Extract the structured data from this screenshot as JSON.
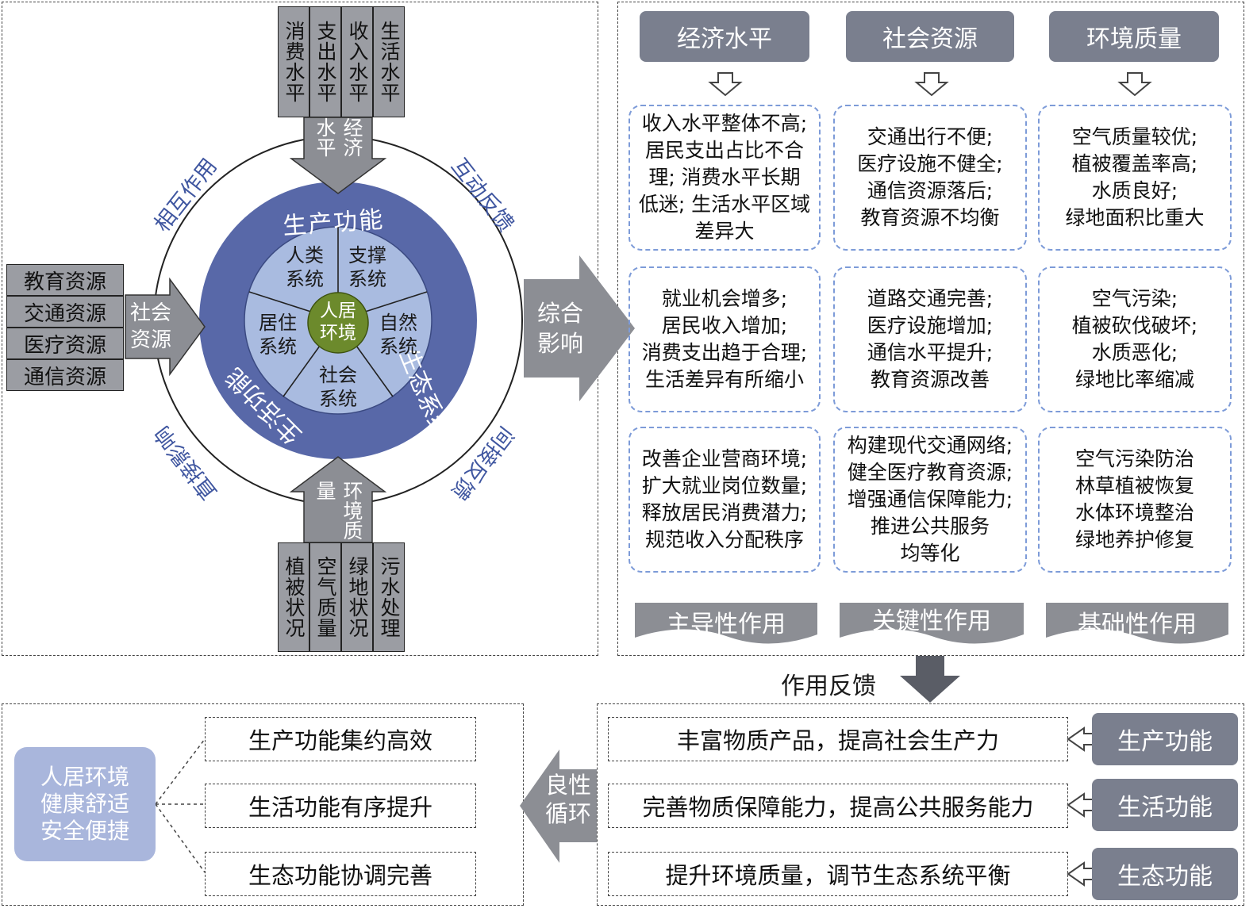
{
  "left_panel": {
    "top_items": [
      "消费水平",
      "支出水平",
      "收入水平",
      "生活水平"
    ],
    "top_arrow_label": "经济水平",
    "left_items": [
      "教育资源",
      "交通资源",
      "医疗资源",
      "通信资源"
    ],
    "left_arrow_label": "社会资源",
    "bottom_items": [
      "植被状况",
      "空气质量",
      "绿地状况",
      "污水处理"
    ],
    "bottom_arrow_label": "环境质量",
    "ring_labels": {
      "top_left": "相互作用",
      "top_right": "互动反馈",
      "bottom_left": "直接影响",
      "bottom_right": "间接反馈"
    },
    "outer_ring": {
      "top": "生产功能",
      "bottom_left": "生活功能",
      "right": "生态系统"
    },
    "inner_systems": [
      "人类系统",
      "支撑系统",
      "居住系统",
      "自然系统",
      "社会系统"
    ],
    "center": "人居环境",
    "colors": {
      "outer_ring": "#5868a8",
      "inner_disk": "#a9bbe0",
      "center": "#6c8a2c"
    }
  },
  "middle_arrow_label": "综合影响",
  "right_panel": {
    "headers": [
      "经济水平",
      "社会资源",
      "环境质量"
    ],
    "cells": [
      [
        "收入水平整体不高;",
        "居民支出占比不合",
        "理; 消费水平长期",
        "低迷; 生活水平区域",
        "差异大"
      ],
      [
        "交通出行不便;",
        "医疗设施不健全;",
        "通信资源落后;",
        "教育资源不均衡"
      ],
      [
        "空气质量较优;",
        "植被覆盖率高;",
        "水质良好;",
        "绿地面积比重大"
      ],
      [
        "就业机会增多;",
        "居民收入增加;",
        "消费支出趋于合理;",
        "生活差异有所缩小"
      ],
      [
        "道路交通完善;",
        "医疗设施增加;",
        "通信水平提升;",
        "教育资源改善"
      ],
      [
        "空气污染;",
        "植被砍伐破坏;",
        "水质恶化;",
        "绿地比率缩减"
      ],
      [
        "改善企业营商环境;",
        "扩大就业岗位数量;",
        "释放居民消费潜力;",
        "规范收入分配秩序"
      ],
      [
        "构建现代交通网络;",
        "健全医疗教育资源;",
        "增强通信保障能力;",
        "推进公共服务",
        "均等化"
      ],
      [
        "空气污染防治",
        "林草植被恢复",
        "水体环境整治",
        "绿地养护修复"
      ]
    ],
    "roles": [
      "主导性作用",
      "关键性作用",
      "基础性作用"
    ]
  },
  "feedback_label": "作用反馈",
  "bottom_right": {
    "rows": [
      {
        "text": "丰富物质产品，提高社会生产力",
        "tag": "生产功能"
      },
      {
        "text": "完善物质保障能力，提高公共服务能力",
        "tag": "生活功能"
      },
      {
        "text": "提升环境质量，调节生态系统平衡",
        "tag": "生态功能"
      }
    ]
  },
  "cycle_label": "良性循环",
  "bottom_left": {
    "goal": [
      "人居环境",
      "健康舒适",
      "安全便捷"
    ],
    "items": [
      "生产功能集约高效",
      "生活功能有序提升",
      "生态功能协调完善"
    ]
  }
}
